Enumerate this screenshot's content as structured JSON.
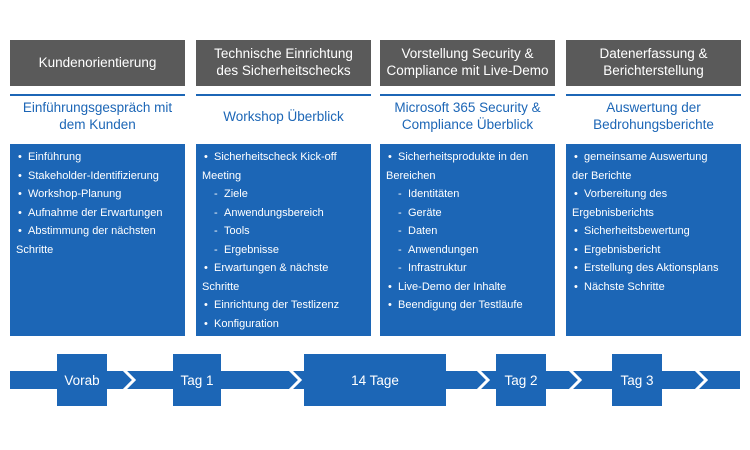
{
  "columns": [
    {
      "header": "Kundenorientierung",
      "subtitle": "Einführungsgespräch mit\ndem Kunden",
      "items": [
        {
          "text": "Einführung",
          "level": 1
        },
        {
          "text": "Stakeholder-Identifizierung",
          "level": 1
        },
        {
          "text": "Workshop-Planung",
          "level": 1
        },
        {
          "text": "Aufnahme der Erwartungen",
          "level": 1
        },
        {
          "text": "Abstimmung der nächsten",
          "level": 1
        },
        {
          "text": "Schritte",
          "level": 0
        }
      ]
    },
    {
      "header": "Technische Einrichtung\ndes Sicherheitschecks",
      "subtitle": "Workshop Überblick",
      "items": [
        {
          "text": "Sicherheitscheck Kick-off",
          "level": 1
        },
        {
          "text": "Meeting",
          "level": 0
        },
        {
          "text": "Ziele",
          "level": 2
        },
        {
          "text": "Anwendungsbereich",
          "level": 2
        },
        {
          "text": "Tools",
          "level": 2
        },
        {
          "text": "Ergebnisse",
          "level": 2
        },
        {
          "text": "Erwartungen & nächste",
          "level": 1
        },
        {
          "text": "Schritte",
          "level": 0
        },
        {
          "text": "Einrichtung der Testlizenz",
          "level": 1
        },
        {
          "text": "Konfiguration",
          "level": 1
        }
      ]
    },
    {
      "header": "Vorstellung Security &\nCompliance mit Live-Demo",
      "subtitle": "Microsoft 365 Security &\nCompliance Überblick",
      "items": [
        {
          "text": "Sicherheitsprodukte in den",
          "level": 1
        },
        {
          "text": "Bereichen",
          "level": 0
        },
        {
          "text": "Identitäten",
          "level": 2
        },
        {
          "text": "Geräte",
          "level": 2
        },
        {
          "text": "Daten",
          "level": 2
        },
        {
          "text": "Anwendungen",
          "level": 2
        },
        {
          "text": "Infrastruktur",
          "level": 2
        },
        {
          "text": "Live-Demo der Inhalte",
          "level": 1
        },
        {
          "text": "Beendigung der Testläufe",
          "level": 1
        }
      ]
    },
    {
      "header": "Datenerfassung &\nBerichterstellung",
      "subtitle": "Auswertung der\nBedrohungsberichte",
      "items": [
        {
          "text": "gemeinsame Auswertung",
          "level": 1
        },
        {
          "text": "der Berichte",
          "level": 0
        },
        {
          "text": "Vorbereitung des",
          "level": 1
        },
        {
          "text": "Ergebnisberichts",
          "level": 0
        },
        {
          "text": "Sicherheitsbewertung",
          "level": 1
        },
        {
          "text": "Ergebnisbericht",
          "level": 1
        },
        {
          "text": "Erstellung des Aktionsplans",
          "level": 1
        },
        {
          "text": "Nächste Schritte",
          "level": 1
        }
      ]
    }
  ],
  "timeline": {
    "labels": [
      "Vorab",
      "Tag 1",
      "14 Tage",
      "Tag 2",
      "Tag 3"
    ]
  },
  "colors": {
    "header_bg": "#5a5a5a",
    "accent_blue": "#1c66b6",
    "text_white": "#ffffff"
  }
}
